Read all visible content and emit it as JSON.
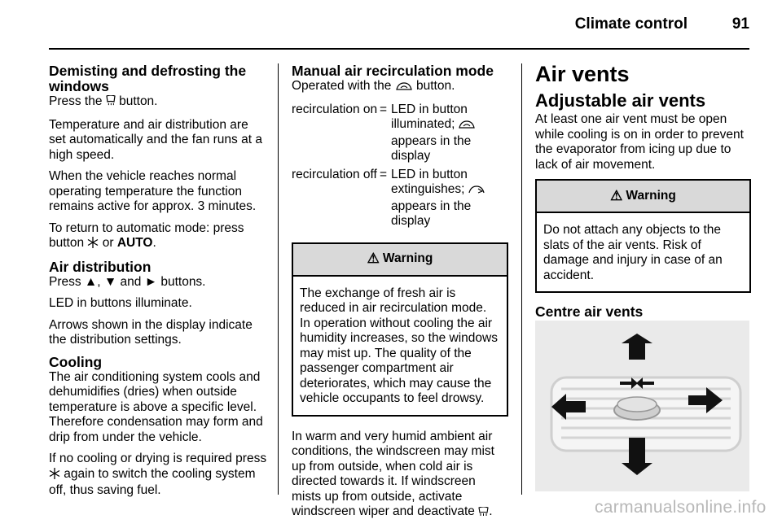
{
  "header": {
    "title": "Climate control",
    "page": "91"
  },
  "col1": {
    "demist_title": "Demisting and defrosting the windows",
    "demist_p1_a": "Press the ",
    "demist_p1_b": " button.",
    "demist_p2": "Temperature and air distribution are set automatically and the fan runs at a high speed.",
    "demist_p3": "When the vehicle reaches normal operating temperature the function remains active for approx. 3 minutes.",
    "demist_p4_a": "To return to automatic mode: press button ",
    "demist_p4_b": " or ",
    "demist_p4_auto": "AUTO",
    "demist_p4_c": ".",
    "airdist_title": "Air distribution",
    "airdist_p1": "Press ▲, ▼ and ► buttons.",
    "airdist_p2": "LED in buttons illuminate.",
    "airdist_p3": "Arrows shown in the display indicate the distribution settings.",
    "cooling_title": "Cooling",
    "cooling_p1": "The air conditioning system cools and dehumidifies (dries) when outside temperature is above a specific level. Therefore condensation may form and drip from under the vehicle.",
    "cooling_p2_a": "If no cooling or drying is required press ",
    "cooling_p2_b": " again to switch the cooling system off, thus saving fuel."
  },
  "col2": {
    "title": "Manual air recirculation mode",
    "intro_a": "Operated with the ",
    "intro_b": " button.",
    "rows": [
      {
        "term": "recirculation on",
        "eq": "=",
        "desc_a": "LED in button illuminated; ",
        "desc_b": " appears in the display"
      },
      {
        "term": "recirculation off",
        "eq": "=",
        "desc_a": "LED in button extinguishes; ",
        "desc_b": " appears in the display"
      }
    ],
    "warning_label": "Warning",
    "warning_text": "The exchange of fresh air is reduced in air recirculation mode. In operation without cooling the air humidity increases, so the windows may mist up. The quality of the passenger compartment air deteriorates, which may cause the vehicle occupants to feel drowsy.",
    "after_a": "In warm and very humid ambient air conditions, the windscreen may mist up from outside, when cold air is directed towards it. If windscreen mists up from outside, activate windscreen wiper and deactivate ",
    "after_b": "."
  },
  "col3": {
    "title": "Air vents",
    "subtitle": "Adjustable air vents",
    "p1": "At least one air vent must be open while cooling is on in order to prevent the evaporator from icing up due to lack of air movement.",
    "warning_label": "Warning",
    "warning_text": "Do not attach any objects to the slats of the air vents. Risk of damage and injury in case of an accident.",
    "centre_title": "Centre air vents"
  },
  "footer": {
    "watermark": "carmanualsonline.info"
  }
}
